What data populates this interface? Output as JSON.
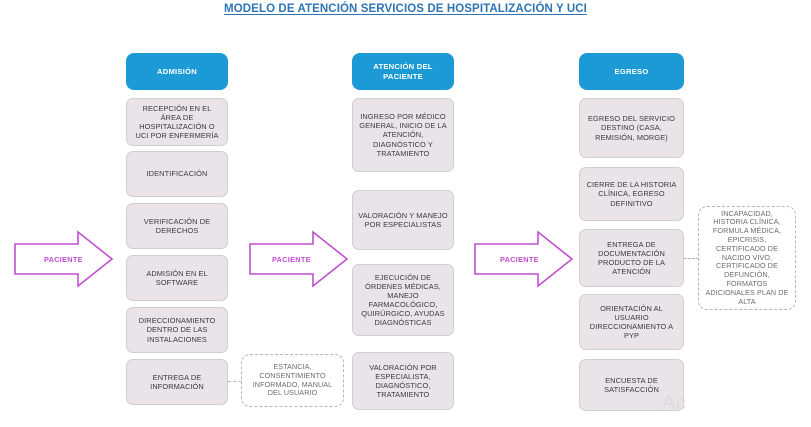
{
  "title": "MODELO DE ATENCIÓN SERVICIOS DE HOSPITALIZACIÓN Y UCI",
  "colors": {
    "title": "#2E74B5",
    "header_fill": "#1B9AD6",
    "header_text": "#FFFFFF",
    "step_fill": "#E8E4E7",
    "step_border": "#D2CDD2",
    "step_text": "#3D3A3D",
    "dashed_border": "#B9B4BA",
    "arrow_stroke": "#C04FD0",
    "arrow_label": "#C04FD0",
    "background": "#FFFFFF"
  },
  "columns": [
    {
      "header": "ADMISIÓN",
      "steps": [
        "RECEPCIÓN EN EL ÁREA DE HOSPITALIZACIÓN O UCI POR ENFERMERÍA",
        "IDENTIFICACIÓN",
        "VERIFICACIÓN DE DERECHOS",
        "ADMISIÓN EN EL SOFTWARE",
        "DIRECCIONAMIENTO DENTRO DE LAS INSTALACIONES",
        "ENTREGA DE INFORMACIÓN"
      ]
    },
    {
      "header": "ATENCIÓN DEL PACIENTE",
      "steps": [
        "INGRESO POR MÉDICO GENERAL, INICIO DE LA ATENCIÓN, DIAGNÓSTICO Y TRATAMIENTO",
        "VALORACIÓN Y MANEJO POR ESPECIALISTAS",
        "EJECUCIÓN DE ÓRDENES MÉDICAS, MANEJO FARMACOLÓGICO, QUIRÚRGICO, AYUDAS DIAGNÓSTICAS",
        "VALORACIÓN POR ESPECIALISTA, DIAGNÓSTICO, TRATAMIENTO"
      ]
    },
    {
      "header": "EGRESO",
      "steps": [
        "EGRESO DEL SERVICIO DESTINO (CASA, REMISIÓN, MORGE)",
        "CIERRE DE LA HISTORIA CLÍNICA, EGRESO DEFINITIVO",
        "ENTREGA DE DOCUMENTACIÓN PRODUCTO DE LA ATENCIÓN",
        "ORIENTACIÓN AL USUARIO DIRECCIONAMIENTO A PYP",
        "ENCUESTA DE SATISFACCIÓN"
      ]
    }
  ],
  "annotations": [
    "ESTANCIA, CONSENTIMIENTO INFORMADO, MANUAL DEL USUARIO",
    "INCAPACIDAD, HISTORIA CLÍNICA, FORMULA MÉDICA, EPICRISIS, CERTIFICADO DE NACIDO VIVO, CERTIFICADO DE DEFUNCIÓN, FORMATOS ADICIONALES PLAN DE ALTA"
  ],
  "arrows": [
    {
      "label": "PACIENTE"
    },
    {
      "label": "PACIENTE"
    },
    {
      "label": "PACIENTE"
    }
  ],
  "watermark": "Ac"
}
